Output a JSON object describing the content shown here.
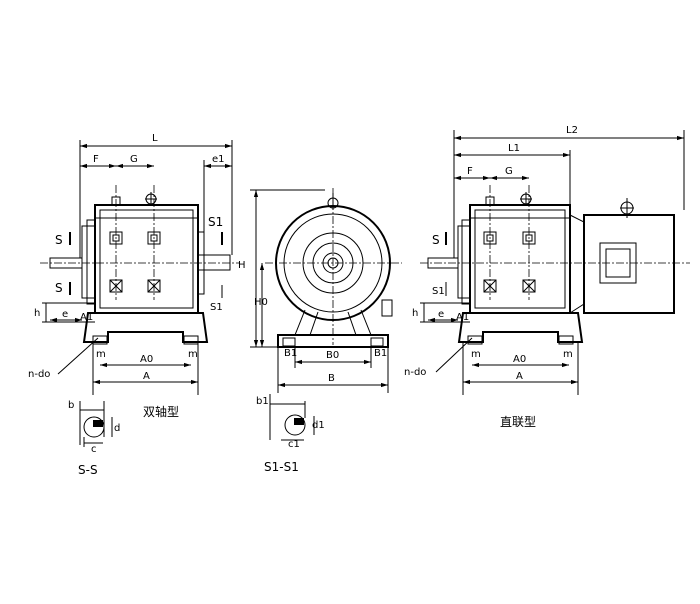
{
  "views": {
    "dual_shaft": {
      "caption": "双轴型",
      "dims": {
        "L": "L",
        "F": "F",
        "G": "G",
        "e1": "e1",
        "S_left": "S",
        "S1_right": "S1",
        "S1_low": "S1",
        "h": "h",
        "e": "e",
        "A1": "A1",
        "n_do": "n-do",
        "m_left": "m",
        "m_right": "m",
        "A0": "A0",
        "A": "A"
      }
    },
    "end_view": {
      "dims": {
        "H": "H",
        "H0": "H0",
        "B1_left": "B1",
        "B0": "B0",
        "B1_right": "B1",
        "B": "B"
      }
    },
    "direct_coupled": {
      "caption": "直联型",
      "dims": {
        "L2": "L2",
        "L1": "L1",
        "F": "F",
        "G": "G",
        "S": "S",
        "S1": "S1",
        "h": "h",
        "e": "e",
        "A1": "A1",
        "n_do": "n-do",
        "m_left": "m",
        "m_right": "m",
        "A0": "A0",
        "A": "A"
      }
    },
    "section_s": {
      "title": "S-S",
      "dims": {
        "b": "b",
        "d": "d",
        "c": "c"
      }
    },
    "section_s1": {
      "title": "S1-S1",
      "dims": {
        "b1": "b1",
        "d1": "d1",
        "c1": "c1"
      }
    }
  }
}
